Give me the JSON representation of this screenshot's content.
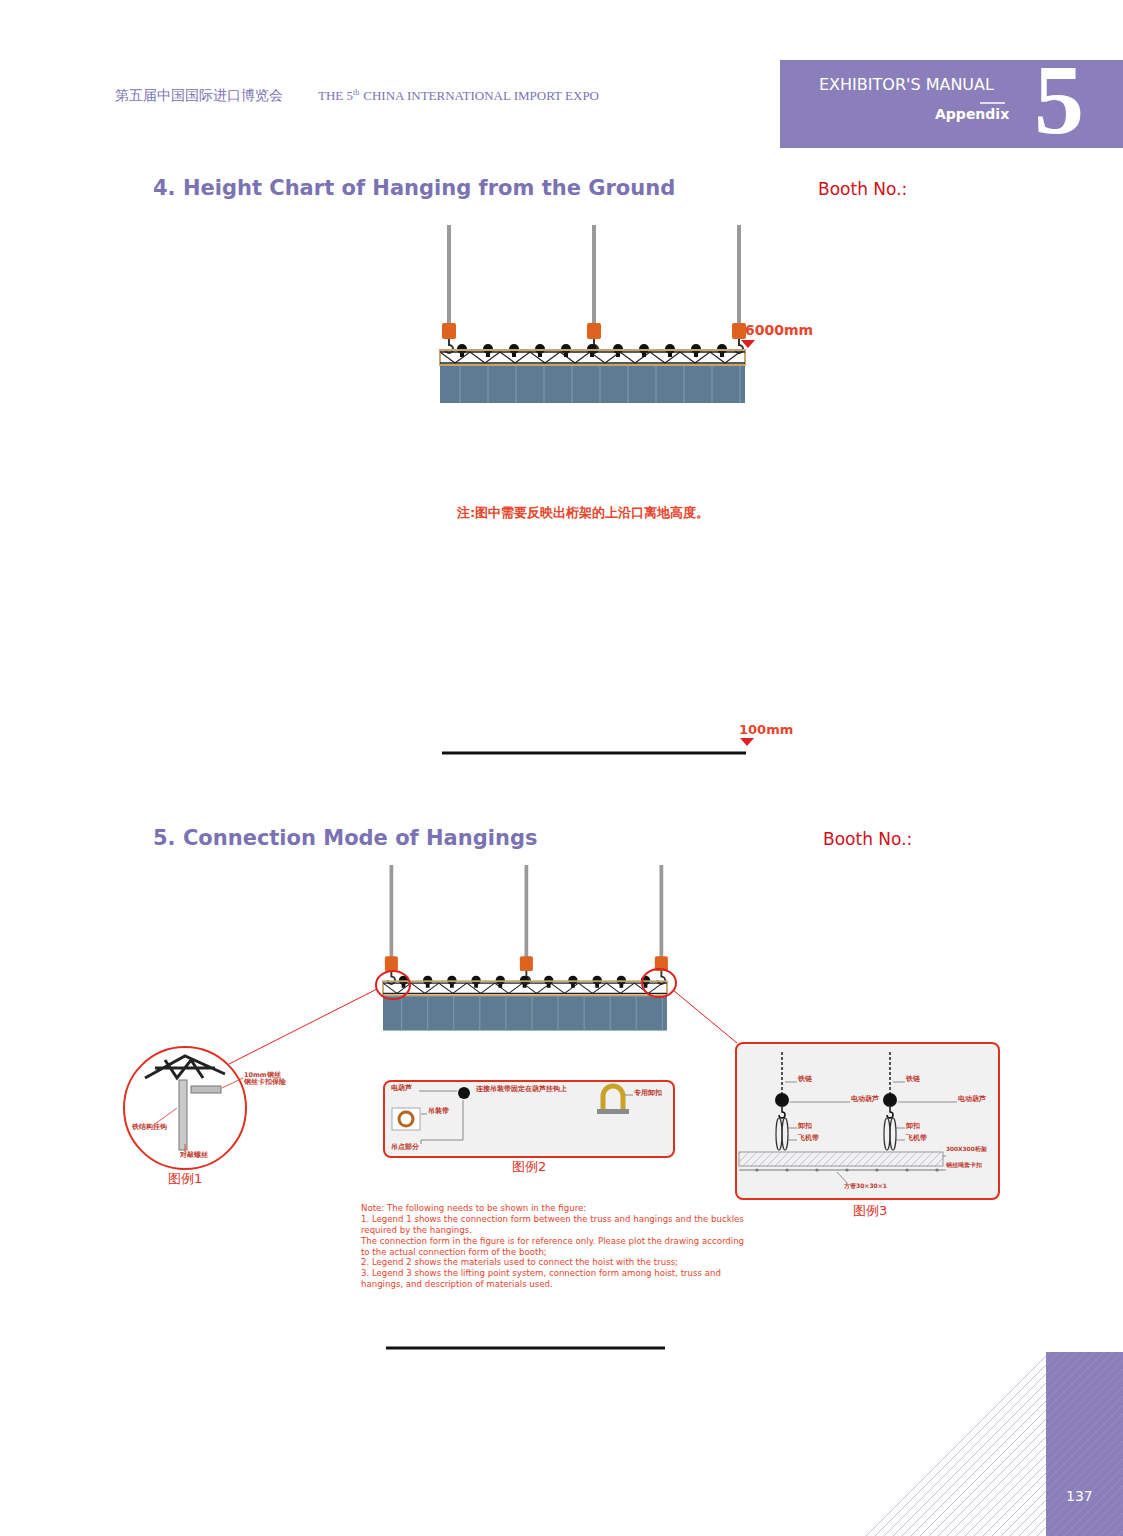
{
  "diagram": {
    "nodes": [
      {
        "text": [
          "EXHIBITOR'S MANUAL",
          "Appendix",
          "5"
        ]
      },
      {
        "text": [
          "图例1",
          "10mm钢丝 钢丝卡扣保险",
          "铁结构挂钩",
          "对敲螺丝"
        ]
      },
      {
        "text": [
          "图例2",
          "电葫芦",
          "连接吊装带固定在葫芦挂钩上",
          "专用卸扣",
          "吊装带",
          "吊点部分"
        ]
      },
      {
        "text": [
          "图例3",
          "铁链",
          "电动葫芦",
          "卸扣",
          "飞机带",
          "铁链",
          "电动葫芦",
          "卸扣",
          "飞机带",
          "300X300桁架",
          "钢丝绳套卡扣",
          "方管30×30×1"
        ]
      },
      {
        "text": [
          "137"
        ]
      }
    ],
    "labels": [
      "第五届中国国际进口博览会",
      "THE 5",
      "th",
      "CHINA INTERNATIONAL IMPORT EXPO",
      "4. Height Chart of Hanging from the Ground",
      "Booth No.:",
      "6000mm",
      "注:图中需要反映出桁架的上沿口离地高度。",
      "100mm",
      "5. Connection Mode of Hangings",
      "Booth No.:",
      "Note: The following needs to be shown in the figure:",
      "1. Legend 1 shows the connection form between the truss and hangings and the buckles required by the hangings.",
      "The connection form in the figure is for reference only. Please plot the drawing according to the actual connection form of the booth;",
      "2. Legend 2 shows the materials used to connect the hoist with the truss;",
      "3. Legend 3 shows the lifting point system, connection form among hoist, truss and hangings, and description of materials used."
    ]
  }
}
